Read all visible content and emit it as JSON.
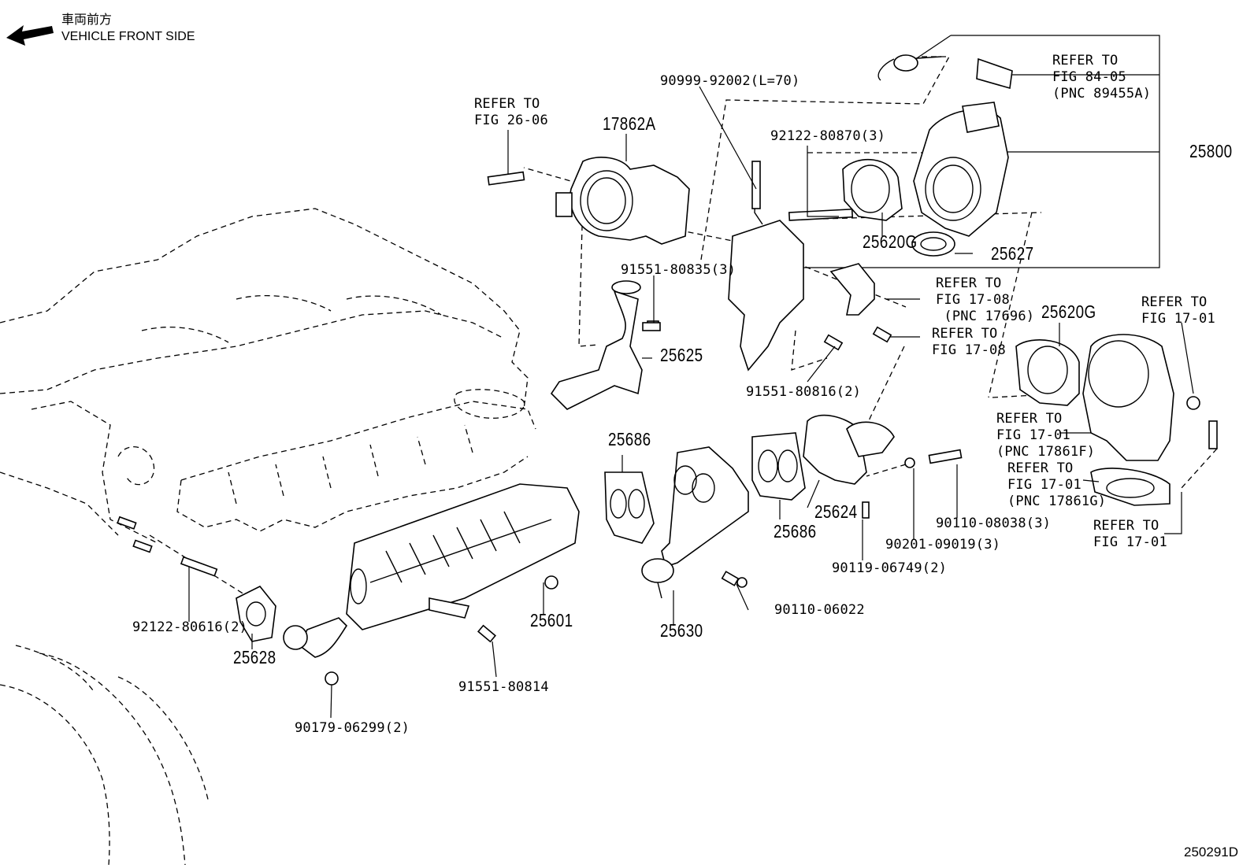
{
  "header": {
    "japanese": "車両前方",
    "english": "VEHICLE FRONT SIDE"
  },
  "figure_id": "250291D",
  "labels": {
    "refer_26_06": "REFER TO\nFIG 26-06",
    "p17862A": "17862A",
    "p90999": "90999-92002(L=70)",
    "refer_84_05": "REFER TO\nFIG 84-05\n(PNC 89455A)",
    "p92122_80870": "92122-80870(3)",
    "p25800": "25800",
    "p25620G_top": "25620G",
    "p25627": "25627",
    "p91551_80835": "91551-80835(3)",
    "refer_17_08_a": "REFER TO\nFIG 17-08\n (PNC 17696)",
    "refer_17_08_b": "REFER TO\nFIG 17-08",
    "p25625": "25625",
    "p25620G_right": "25620G",
    "refer_17_01_a": "REFER TO\nFIG 17-01",
    "p91551_80816": "91551-80816(2)",
    "refer_17_01_b": "REFER TO\nFIG 17-01\n(PNC 17861F)",
    "refer_17_01_c": "REFER TO\nFIG 17-01\n(PNC 17861G)",
    "p25686_a": "25686",
    "p25624": "25624",
    "p25686_b": "25686",
    "p90110_08038": "90110-08038(3)",
    "p90201": "90201-09019(3)",
    "refer_17_01_d": "REFER TO\nFIG 17-01",
    "p90119": "90119-06749(2)",
    "p92122_80616": "92122-80616(2)",
    "p25628": "25628",
    "p25601": "25601",
    "p25630": "25630",
    "p90110_06022": "90110-06022",
    "p91551_80814": "91551-80814",
    "p90179": "90179-06299(2)"
  }
}
